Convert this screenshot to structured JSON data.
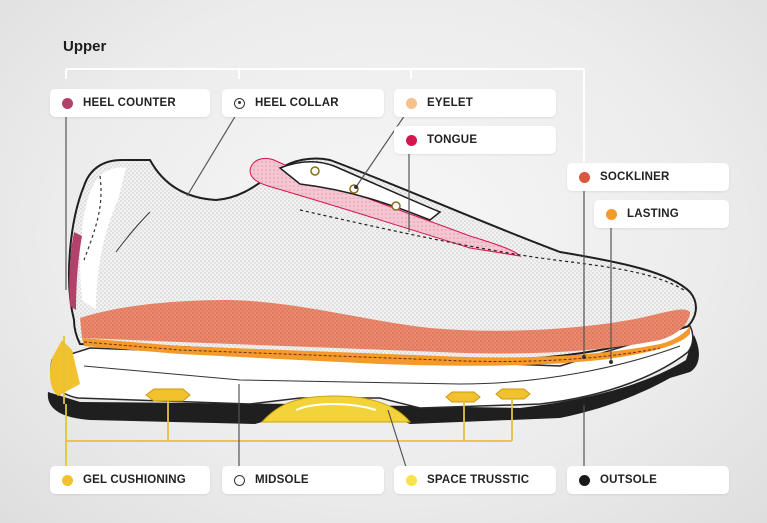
{
  "title": "Upper",
  "labels": {
    "heel_counter": "HEEL COUNTER",
    "heel_collar": "HEEL COLLAR",
    "eyelet": "EYELET",
    "tongue": "TONGUE",
    "sockliner": "SOCKLINER",
    "lasting": "LASTING",
    "gel_cushioning": "GEL CUSHIONING",
    "midsole": "MIDSOLE",
    "space_trusstic": "SPACE TRUSSTIC",
    "outsole": "OUTSOLE"
  },
  "colors": {
    "heel_counter": "#b2426a",
    "heel_collar": "#ffffff",
    "eyelet": "#f5c08a",
    "tongue": "#d4184e",
    "sockliner": "#d9573f",
    "lasting": "#f39a2b",
    "gel_cushioning": "#f2c22e",
    "midsole": "#ffffff",
    "space_trusstic": "#f7e34a",
    "outsole": "#1a1a1a",
    "leader_line": "#555555",
    "upper_bracket": "#ffffff",
    "sole_bracket": "#e3c23d"
  }
}
